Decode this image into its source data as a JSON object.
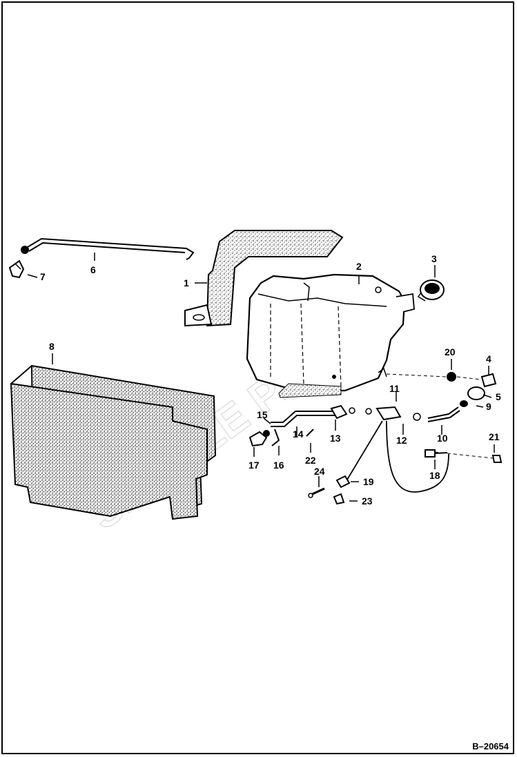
{
  "diagram": {
    "watermark_text": "SAMPLE PARTS",
    "figure_id": "B–20654",
    "callouts": {
      "c1": "1",
      "c2": "2",
      "c3": "3",
      "c4": "4",
      "c5": "5",
      "c6": "6",
      "c7": "7",
      "c8": "8",
      "c9": "9",
      "c10": "10",
      "c11": "11",
      "c12": "12",
      "c13": "13",
      "c14": "14",
      "c15": "15",
      "c16": "16",
      "c17": "17",
      "c18": "18",
      "c19": "19",
      "c20": "20",
      "c21": "21",
      "c22": "22",
      "c23": "23",
      "c24": "24"
    }
  }
}
